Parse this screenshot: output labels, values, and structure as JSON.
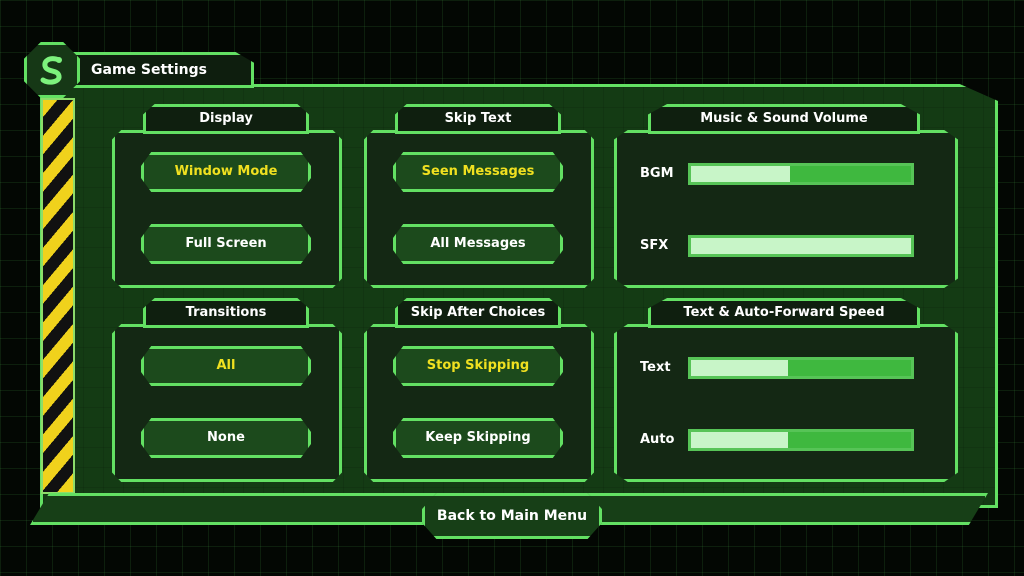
{
  "window": {
    "title": "Game Settings",
    "logo_icon": "serpent-logo-icon"
  },
  "colors": {
    "accent": "#63e063",
    "selected_text": "#f0e020",
    "panel_bg": "#142814",
    "slider_fill": "#3fb83f",
    "slider_empty": "#c8f5c8"
  },
  "display": {
    "title": "Display",
    "options": [
      "Window Mode",
      "Full Screen"
    ],
    "selected": "Window Mode"
  },
  "skip_text": {
    "title": "Skip Text",
    "options": [
      "Seen Messages",
      "All Messages"
    ],
    "selected": "Seen Messages"
  },
  "volume": {
    "title": "Music & Sound Volume",
    "sliders": [
      {
        "label": "BGM",
        "value": 0.55
      },
      {
        "label": "SFX",
        "value": 0.0
      }
    ]
  },
  "transitions": {
    "title": "Transitions",
    "options": [
      "All",
      "None"
    ],
    "selected": "All"
  },
  "skip_after_choices": {
    "title": "Skip After Choices",
    "options": [
      "Stop Skipping",
      "Keep Skipping"
    ],
    "selected": "Stop Skipping"
  },
  "speed": {
    "title": "Text & Auto-Forward Speed",
    "sliders": [
      {
        "label": "Text",
        "value": 0.56
      },
      {
        "label": "Auto",
        "value": 0.56
      }
    ]
  },
  "footer": {
    "back_label": "Back to Main Menu"
  }
}
